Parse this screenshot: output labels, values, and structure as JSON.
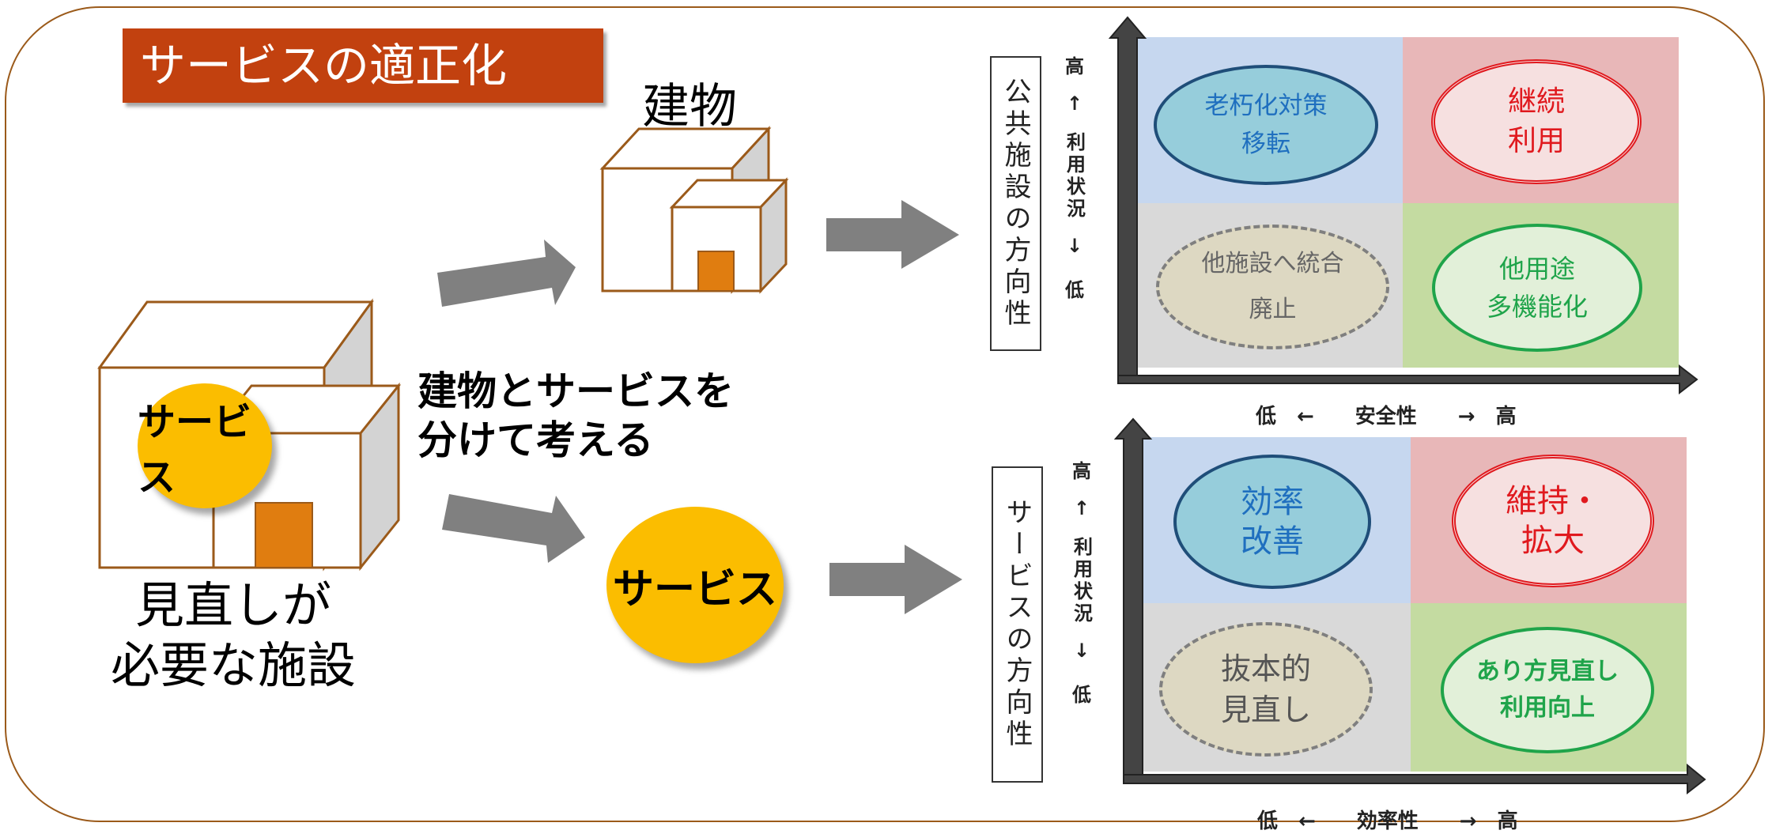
{
  "title": "サービスの適正化",
  "left": {
    "facility_label": "見直しが\n必要な施設",
    "service_label": "サービス",
    "separate_caption": "建物とサービスを\n分けて考える"
  },
  "building": {
    "label": "建物"
  },
  "service": {
    "label": "サービス"
  },
  "matrix_facility": {
    "side_title": "公共施設の方向性",
    "y_high": "高",
    "y_arrow_up": "↑",
    "y_label": "利用状況",
    "y_arrow_down": "↓",
    "y_low": "低",
    "x_scale": "低　←　　安全性　　→　高",
    "quadrants": {
      "top_left": "老朽化対策\n移転",
      "top_right": "継続\n利用",
      "bottom_left": "他施設へ統合\n廃止",
      "bottom_right": "他用途\n多機能化"
    }
  },
  "matrix_service": {
    "side_title": "サービスの方向性",
    "y_high": "高",
    "y_arrow_up": "↑",
    "y_label": "利用状況",
    "y_arrow_down": "↓",
    "y_low": "低",
    "x_scale": "低　←　　効率性　　→　高",
    "quadrants": {
      "top_left": "効率\n改善",
      "top_right": "維持・\n拡大",
      "bottom_left": "抜本的\n見直し",
      "bottom_right": "あり方見直し\n利用向上"
    }
  },
  "colors": {
    "frame": "#9b5a1a",
    "banner": "#c2410f",
    "service_circle": "#fbbd00",
    "door": "#e07d10",
    "quad_blue": "#c6d7ef",
    "quad_red": "#e8b7b8",
    "quad_gray": "#d9d9d9",
    "quad_green": "#c4dba1"
  }
}
